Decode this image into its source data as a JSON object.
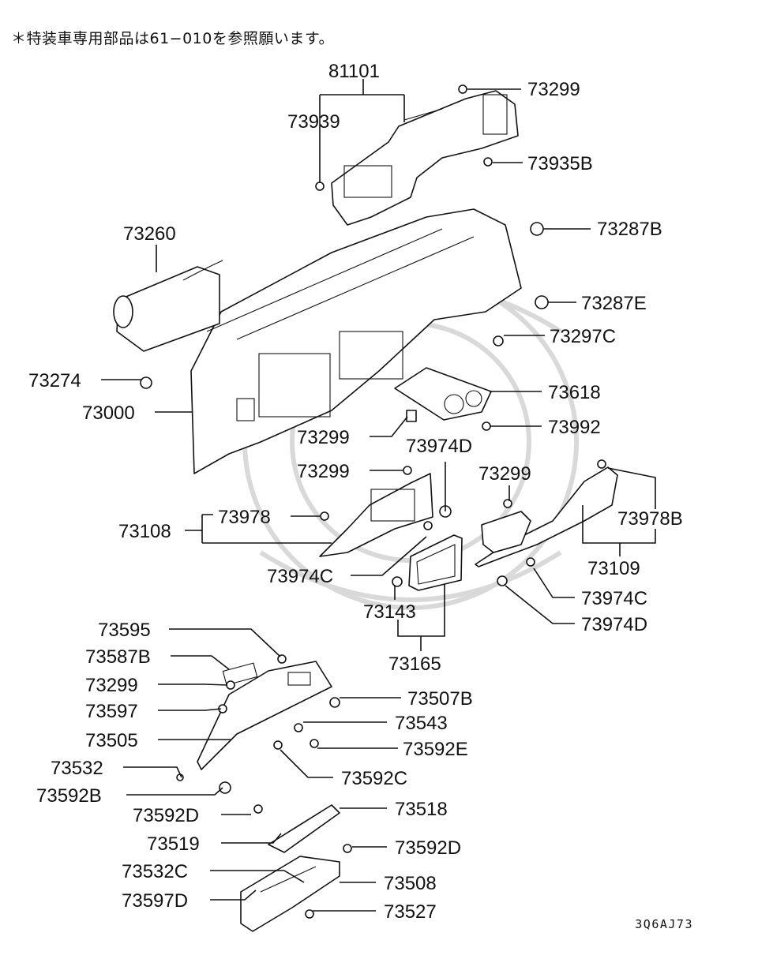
{
  "note": "＊特装車専用部品は61−010を参照願います。",
  "diagram_code": "3Q6AJ73",
  "callouts": [
    "81101",
    "73299",
    "73939",
    "73935B",
    "73287B",
    "73260",
    "73287E",
    "73297C",
    "73274",
    "73618",
    "73000",
    "73992",
    "73299",
    "73974D",
    "73299",
    "73299",
    "73978",
    "73108",
    "73978B",
    "73974C",
    "73109",
    "73974C",
    "73143",
    "73974D",
    "73165",
    "73595",
    "73587B",
    "73299",
    "73507B",
    "73597",
    "73543",
    "73505",
    "73592E",
    "73532",
    "73592C",
    "73592B",
    "73592D",
    "73518",
    "73519",
    "73592D",
    "73532C",
    "73508",
    "73597D",
    "73527"
  ]
}
